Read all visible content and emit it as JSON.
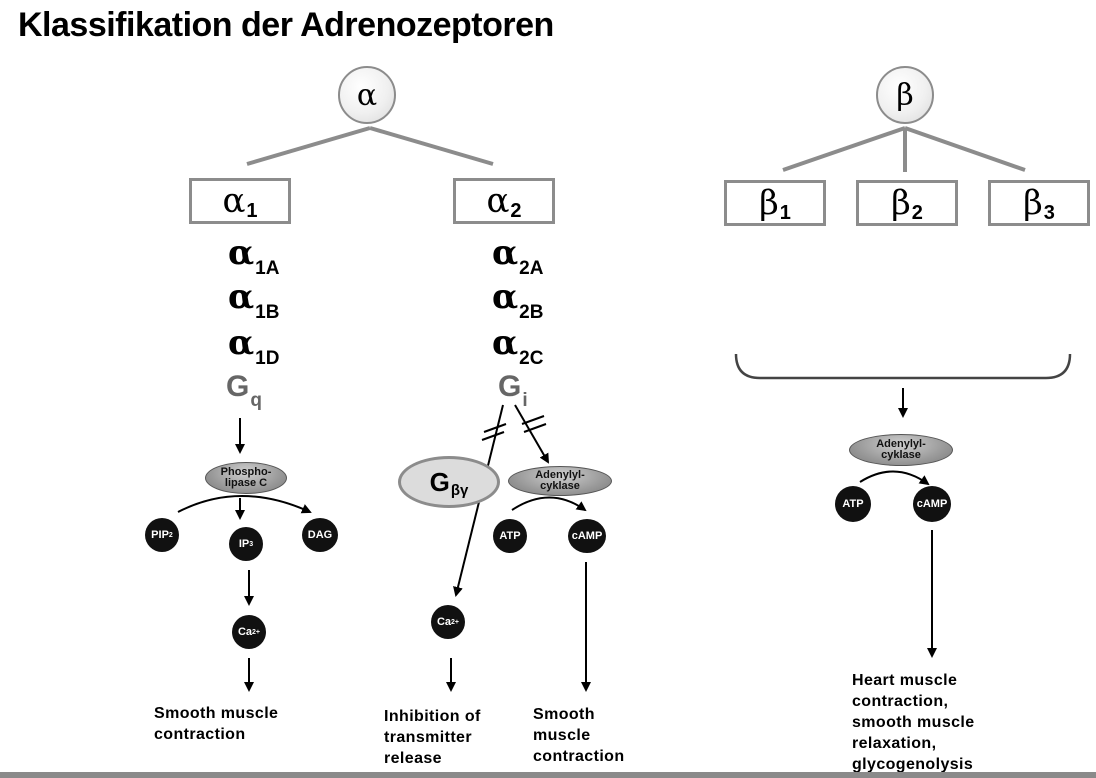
{
  "title": "Klassifikation der Adrenozeptoren",
  "alpha": {
    "root": "α",
    "alpha1": {
      "symbol": "α",
      "index": "1",
      "subtypes": [
        {
          "s": "α",
          "i": "1A"
        },
        {
          "s": "α",
          "i": "1B"
        },
        {
          "s": "α",
          "i": "1D"
        }
      ],
      "g_protein": {
        "s": "G",
        "i": "q"
      },
      "enzyme": "Phospho-\nlipase C",
      "nodes": {
        "pip2": "PIP",
        "pip2_sub": "2",
        "ip3": "IP",
        "ip3_sub": "3",
        "dag": "DAG",
        "ca": "Ca",
        "ca_sup": "2+"
      },
      "outcome": "Smooth muscle\ncontraction"
    },
    "alpha2": {
      "symbol": "α",
      "index": "2",
      "subtypes": [
        {
          "s": "α",
          "i": "2A"
        },
        {
          "s": "α",
          "i": "2B"
        },
        {
          "s": "α",
          "i": "2C"
        }
      ],
      "g_protein": {
        "s": "G",
        "i": "i"
      },
      "gbg": {
        "s": "G",
        "i": "βγ"
      },
      "enzyme": "Adenylyl-\ncyklase",
      "nodes": {
        "atp": "ATP",
        "camp": "cAMP",
        "ca": "Ca",
        "ca_sup": "2+"
      },
      "outcome_left": "Inhibition of\ntransmitter\nrelease",
      "outcome_right": "Smooth\nmuscle\ncontraction"
    }
  },
  "beta": {
    "root": "β",
    "boxes": [
      {
        "s": "β",
        "i": "1"
      },
      {
        "s": "β",
        "i": "2"
      },
      {
        "s": "β",
        "i": "3"
      }
    ],
    "enzyme": "Adenylyl-\ncyklase",
    "nodes": {
      "atp": "ATP",
      "camp": "cAMP"
    },
    "outcome": "Heart muscle\ncontraction,\nsmooth muscle\nrelaxation,\nglycogenolysis"
  },
  "colors": {
    "box_border": "#8c8c8c",
    "g_protein_text": "#666666",
    "node_fill": "#111111",
    "bottom_bar": "#8a8a8a"
  }
}
